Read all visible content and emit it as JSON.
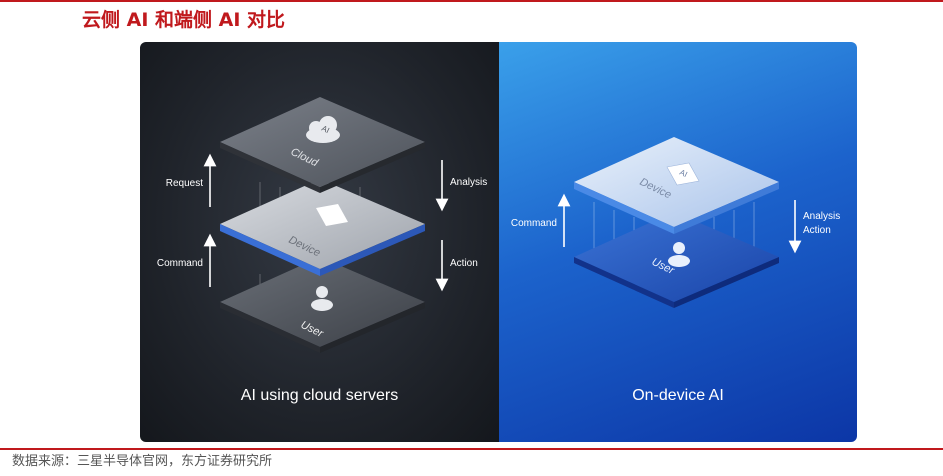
{
  "title": "云侧 AI 和端侧 AI 对比",
  "left_panel": {
    "caption": "AI using cloud servers",
    "layers": {
      "top": "Cloud",
      "middle": "Device",
      "bottom": "User"
    },
    "chip_text": "AI",
    "arrows": {
      "request": "Request",
      "command": "Command",
      "analysis": "Analysis",
      "action": "Action"
    }
  },
  "right_panel": {
    "caption": "On-device AI",
    "layers": {
      "top": "Device",
      "bottom": "User"
    },
    "chip_text": "AI",
    "arrows": {
      "command": "Command",
      "analysis": "Analysis",
      "action": "Action"
    }
  },
  "source": "数据来源：三星半导体官网，东方证券研究所",
  "colors": {
    "accent_red": "#c0191d",
    "dark_panel": "#20242b",
    "blue_panel": "#1c63cc"
  }
}
